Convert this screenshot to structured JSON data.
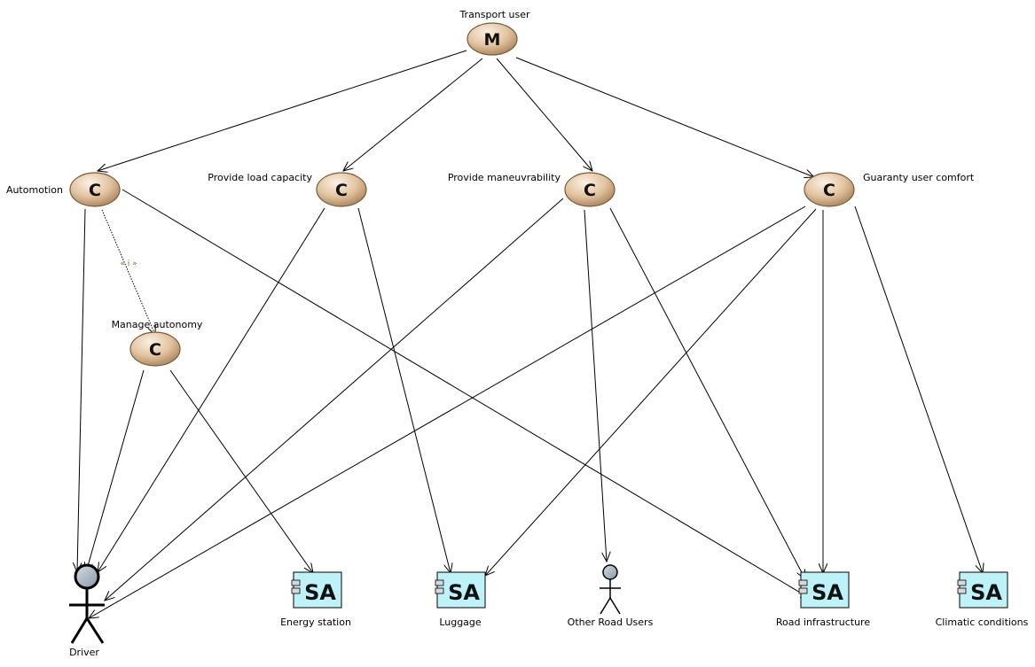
{
  "diagram": {
    "mission": {
      "glyph": "M",
      "label": "Transport user"
    },
    "capabilities": [
      {
        "id": "automotion",
        "glyph": "C",
        "label": "Automotion"
      },
      {
        "id": "load",
        "glyph": "C",
        "label": "Provide load capacity"
      },
      {
        "id": "maneuv",
        "glyph": "C",
        "label": "Provide maneuvrability"
      },
      {
        "id": "comfort",
        "glyph": "C",
        "label": "Guaranty user comfort"
      },
      {
        "id": "autonomy",
        "glyph": "C",
        "label": "Manage autonomy"
      }
    ],
    "actors": [
      {
        "id": "driver",
        "label": "Driver"
      },
      {
        "id": "other",
        "label": "Other Road Users"
      }
    ],
    "system_actors": [
      {
        "id": "energy",
        "glyph": "SA",
        "label": "Energy station"
      },
      {
        "id": "luggage",
        "glyph": "SA",
        "label": "Luggage"
      },
      {
        "id": "road",
        "glyph": "SA",
        "label": "Road infrastructure"
      },
      {
        "id": "climatic",
        "glyph": "SA",
        "label": "Climatic conditions"
      }
    ],
    "include_stereotype": "« i »",
    "colors": {
      "ellipse_fill_light": "#f6e6d2",
      "ellipse_fill_dark": "#b08a62",
      "ellipse_stroke": "#7a5a3a",
      "sa_fill": "#bdf3f8",
      "actor_head": "#a9b4be"
    }
  }
}
